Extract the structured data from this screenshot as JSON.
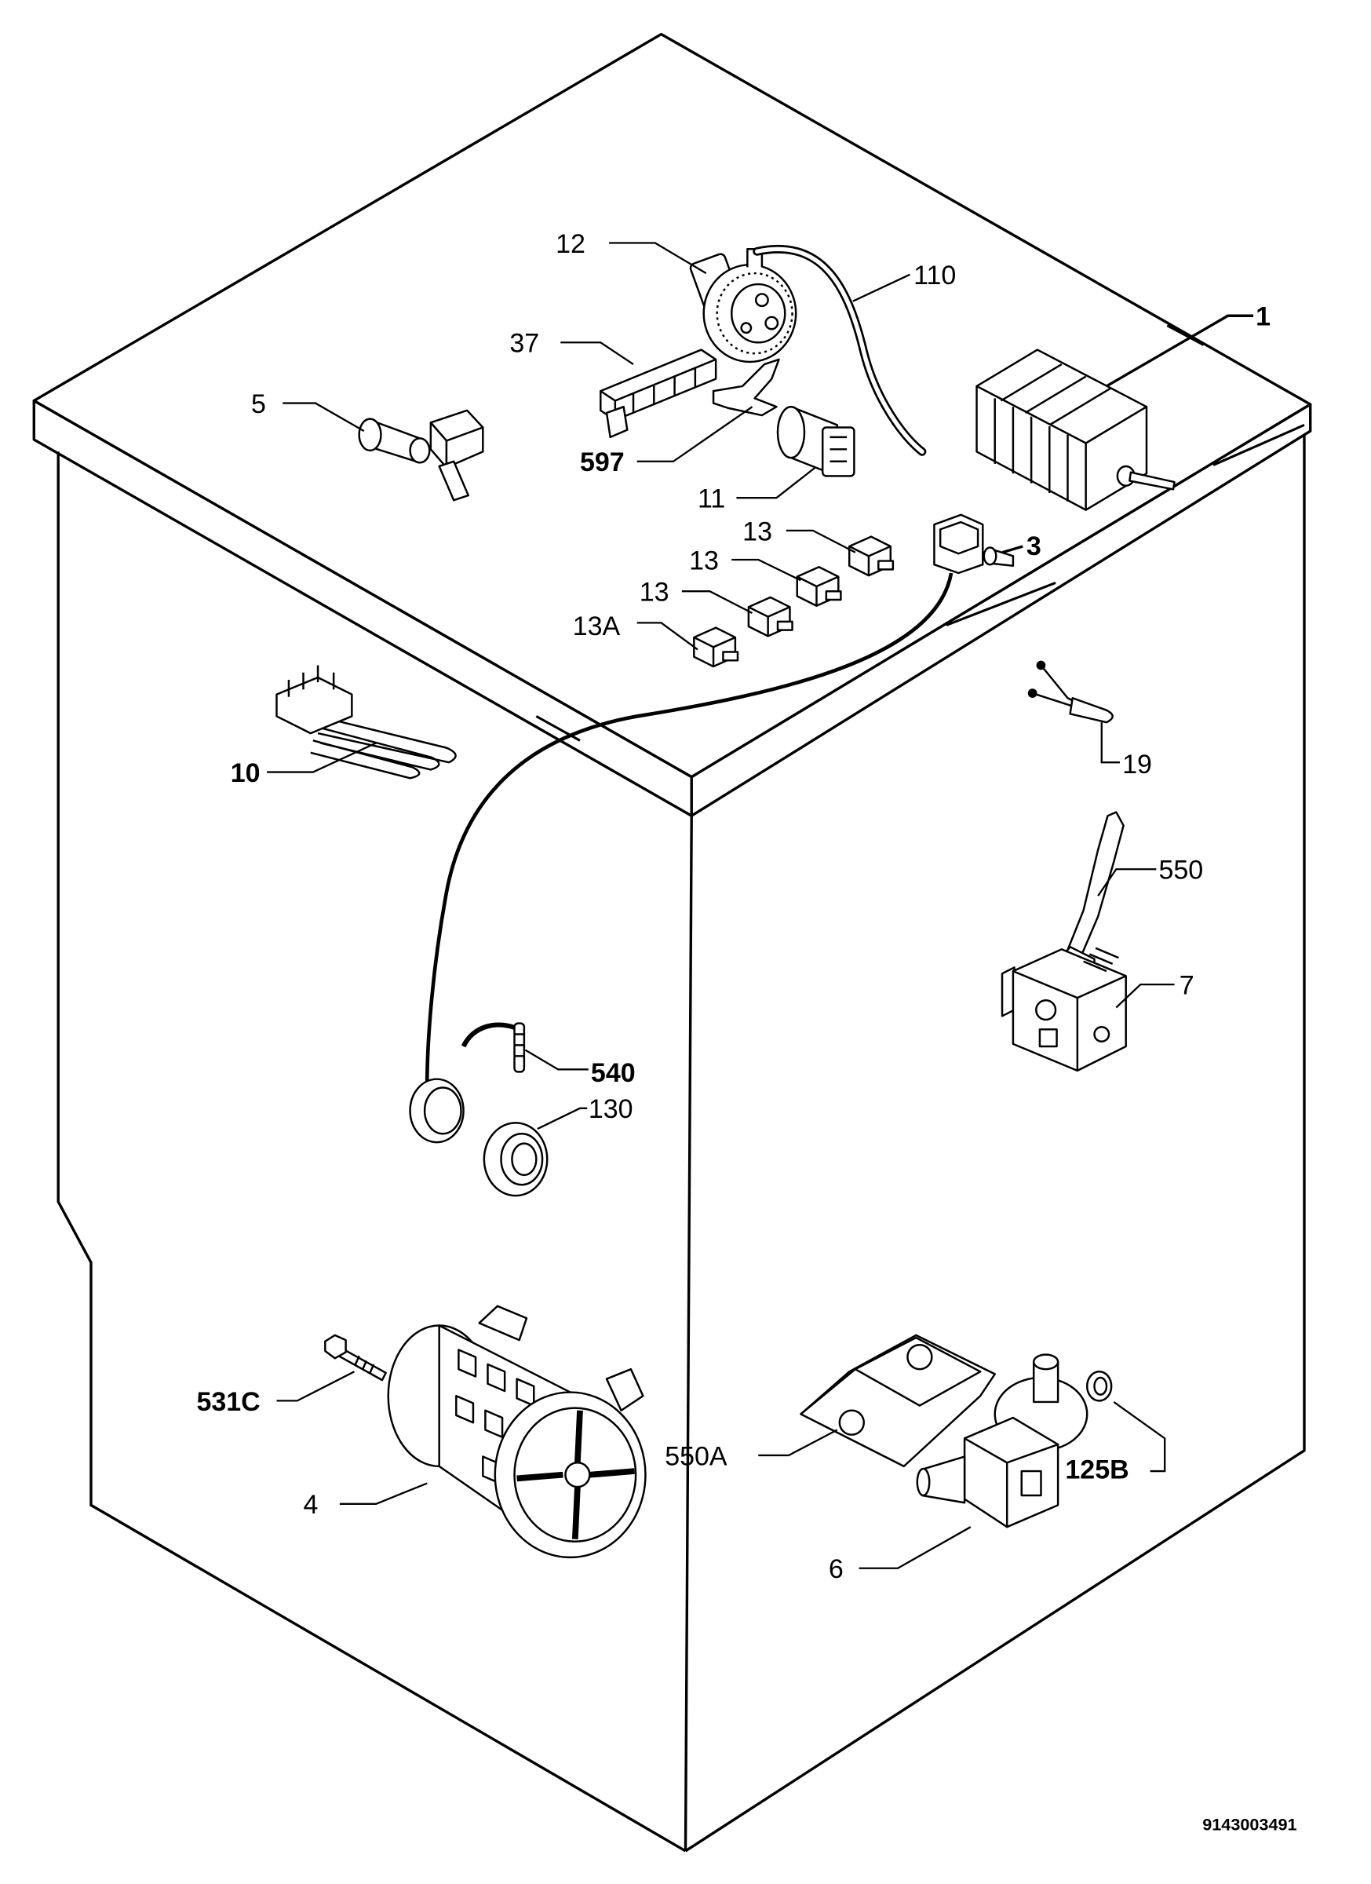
{
  "diagram": {
    "callouts": [
      "12",
      "110",
      "1",
      "37",
      "5",
      "597",
      "11",
      "13",
      "3",
      "13",
      "13",
      "13A",
      "10",
      "19",
      "550",
      "7",
      "540",
      "130",
      "531C",
      "550A",
      "125B",
      "4",
      "6"
    ],
    "drawing_number": "9143003491"
  }
}
